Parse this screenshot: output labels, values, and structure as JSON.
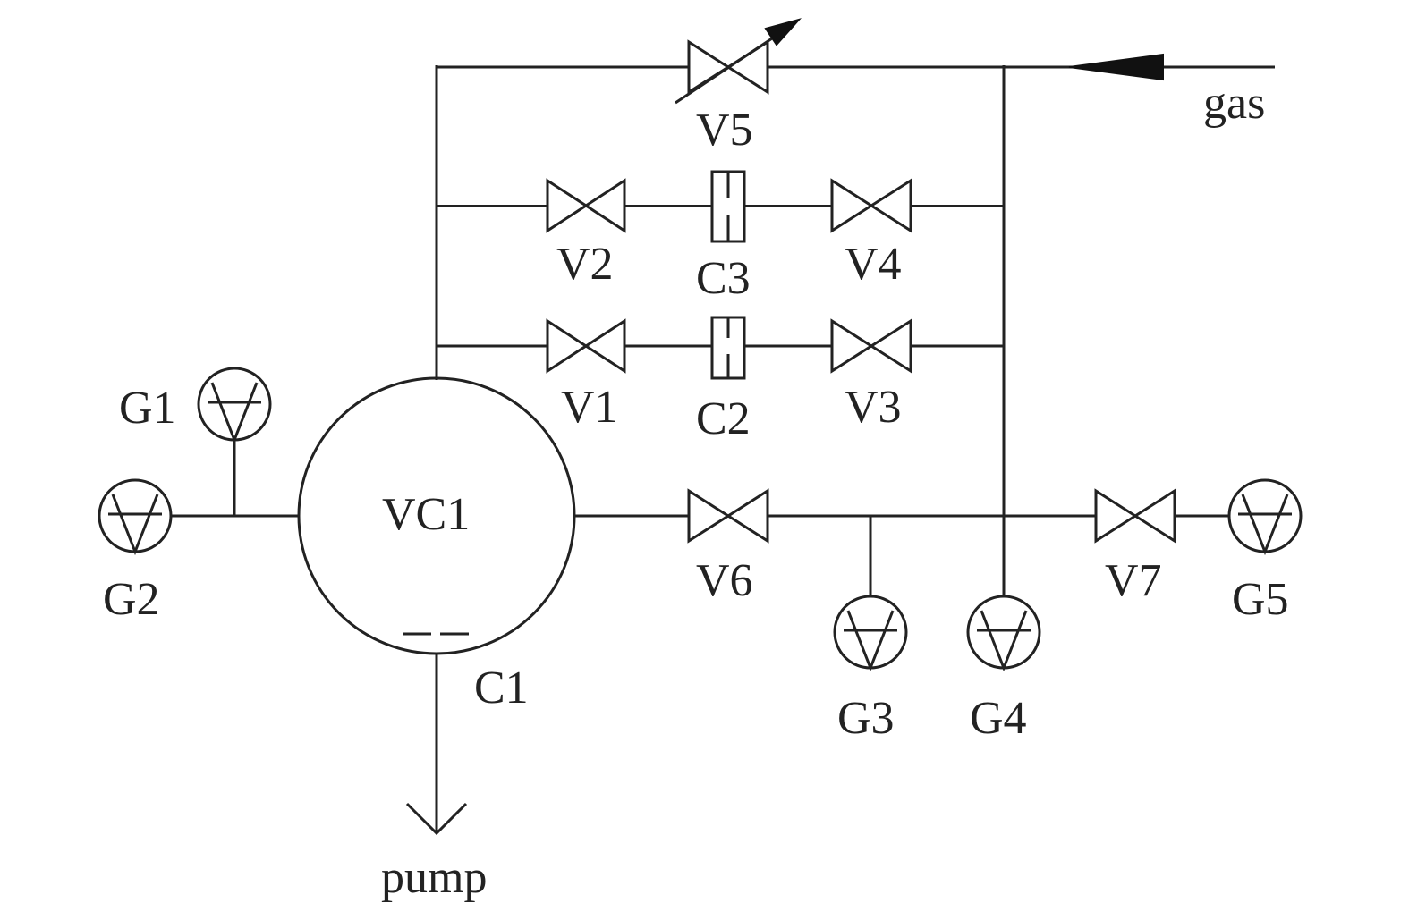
{
  "diagram": {
    "labels": {
      "gas": "gas",
      "pump": "pump",
      "vc1": "VC1",
      "v1": "V1",
      "v2": "V2",
      "v3": "V3",
      "v4": "V4",
      "v5": "V5",
      "v6": "V6",
      "v7": "V7",
      "c1": "C1",
      "c2": "C2",
      "c3": "C3",
      "g1": "G1",
      "g2": "G2",
      "g3": "G3",
      "g4": "G4",
      "g5": "G5"
    },
    "colors": {
      "stroke": "#222222",
      "background": "#ffffff"
    }
  }
}
